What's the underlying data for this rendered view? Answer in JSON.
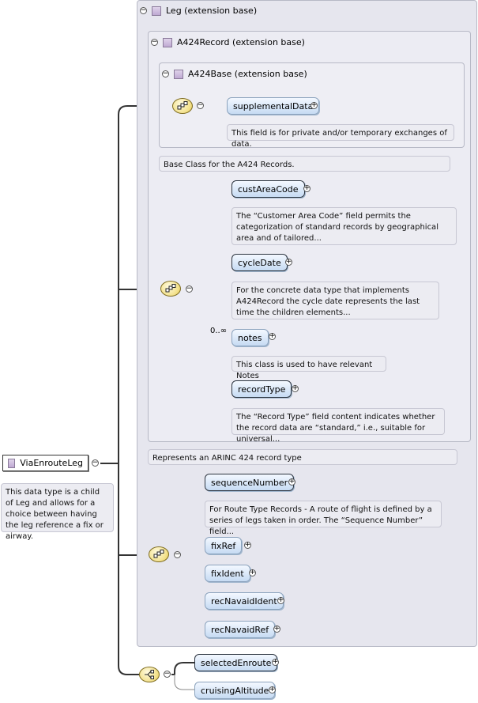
{
  "root": {
    "name": "ViaEnrouteLeg",
    "doc": "This data type is a child of Leg and allows for a choice between having the leg reference a fix or airway."
  },
  "ext_leg": {
    "label": "Leg (extension base)"
  },
  "ext_a424record": {
    "label": "A424Record (extension base)"
  },
  "ext_a424base": {
    "label": "A424Base (extension base)"
  },
  "a424base": {
    "elements": [
      {
        "name": "supplementalData",
        "doc": "This field is for private and/or temporary exchanges of data."
      }
    ],
    "doc": "Base Class for the A424 Records."
  },
  "a424record": {
    "elements": [
      {
        "name": "custAreaCode",
        "doc": "The “Customer Area Code” field permits the categorization of standard records by geographical area and of tailored..."
      },
      {
        "name": "cycleDate",
        "doc": "For the concrete data type that implements A424Record the cycle date represents the last time the children elements..."
      },
      {
        "name": "notes",
        "multiplicity": "0..∞",
        "doc": "This class is used to have relevant Notes"
      },
      {
        "name": "recordType",
        "doc": "The “Record Type” field content indicates whether the record data are “standard,” i.e., suitable for universal..."
      }
    ],
    "doc": "Represents an ARINC 424 record type"
  },
  "leg": {
    "elements": [
      {
        "name": "sequenceNumber",
        "doc": "For Route Type Records - A route of flight is defined by a series of legs taken in order. The “Sequence Number” field..."
      },
      {
        "name": "fixRef"
      },
      {
        "name": "fixIdent"
      },
      {
        "name": "recNavaidIdent"
      },
      {
        "name": "recNavaidRef"
      }
    ]
  },
  "choice": {
    "elements": [
      {
        "name": "selectedEnroute"
      },
      {
        "name": "cruisingAltitude"
      }
    ]
  },
  "symbols": {
    "collapse": "−",
    "expand": "+"
  },
  "colors": {
    "panel": "#e9e9f0",
    "node_fill": "#c6dbf3",
    "compositor": "#f2df86",
    "connector": "#333333"
  },
  "icons": [
    "minus-icon",
    "plus-icon",
    "type-square-icon",
    "sequence-compositor-icon",
    "choice-compositor-icon"
  ]
}
